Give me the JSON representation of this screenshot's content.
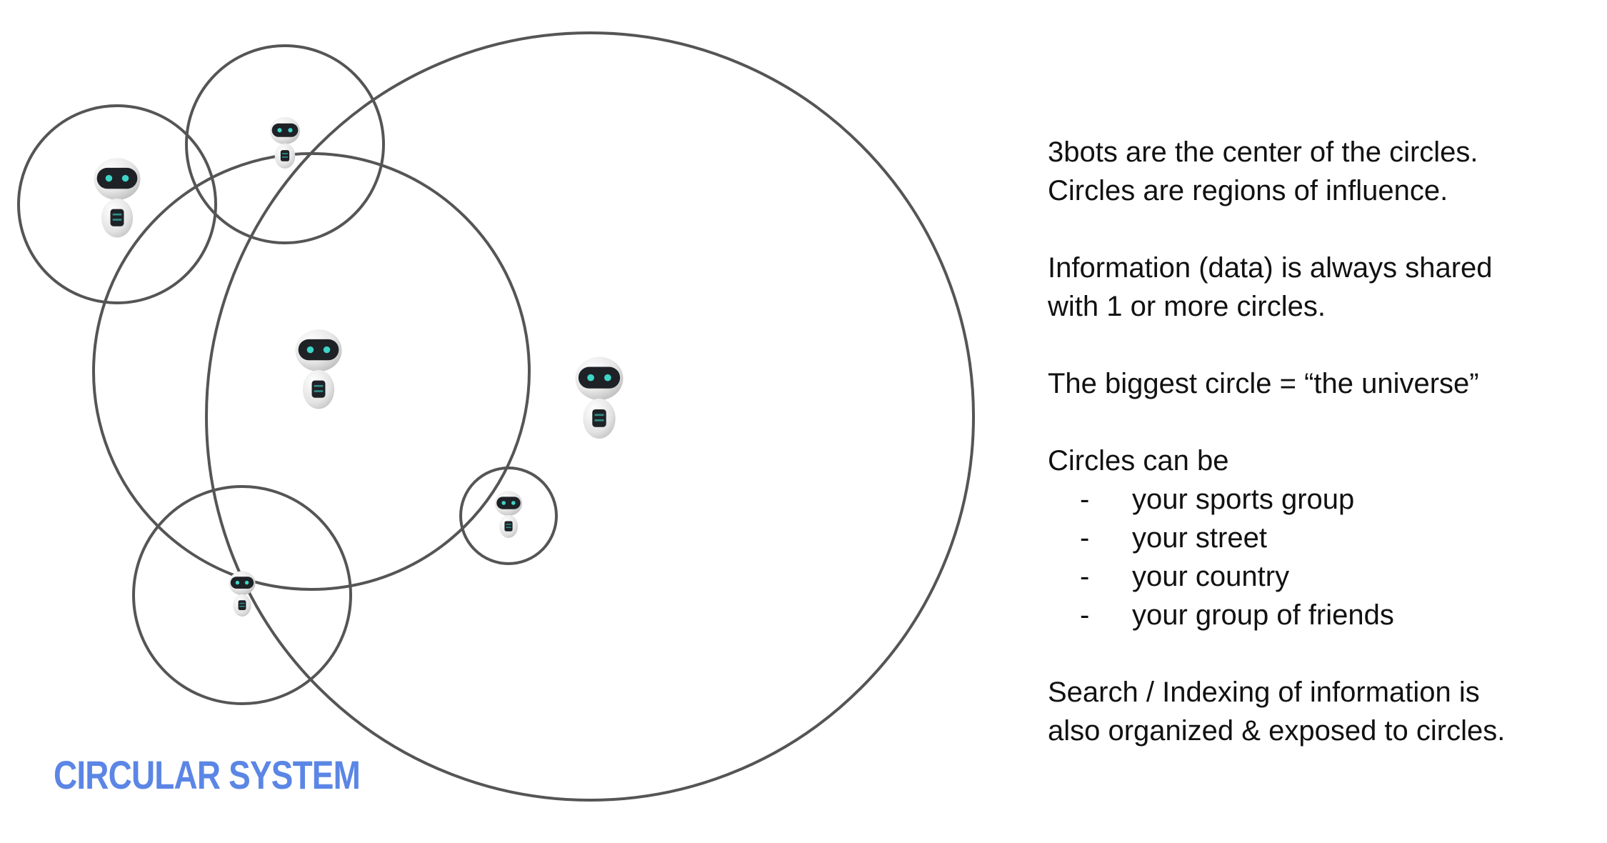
{
  "title": "CIRCULAR SYSTEM",
  "colors": {
    "title": "#5b86e5",
    "circle_stroke": "#555555",
    "text": "#111111",
    "bot_head": "#e2e2e2",
    "bot_face": "#1e2226",
    "bot_eye": "#3fd4c8"
  },
  "bot_icon": "robot-icon",
  "diagram": {
    "circles": [
      {
        "id": "universe"
      },
      {
        "id": "large"
      },
      {
        "id": "top-left"
      },
      {
        "id": "top"
      },
      {
        "id": "bottom-left"
      },
      {
        "id": "small"
      }
    ]
  },
  "text": {
    "p1": [
      "3bots are the center of the circles.",
      "Circles are regions of influence."
    ],
    "p2": [
      "Information (data) is always shared",
      "with 1 or more circles."
    ],
    "p3": [
      "The biggest circle = “the universe”"
    ],
    "p4_intro": "Circles can be",
    "list_marker": "-",
    "list": [
      "your sports group",
      "your street",
      "your country",
      "your group of friends"
    ],
    "p5": [
      "Search / Indexing of information is",
      "also organized & exposed to circles."
    ]
  }
}
